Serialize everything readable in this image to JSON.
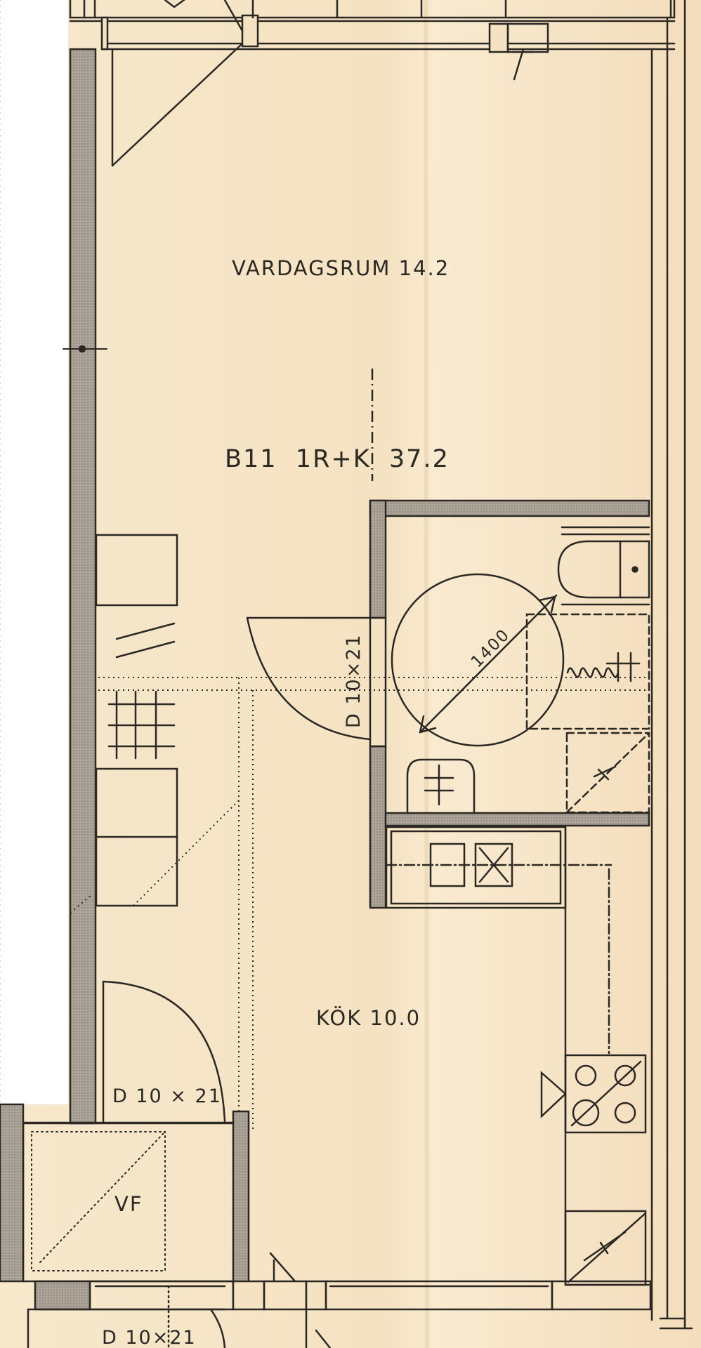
{
  "plan": {
    "apartment_label": "B11  1R+K  37.2",
    "rooms": [
      {
        "name": "VARDAGSRUM",
        "area": "14.2"
      },
      {
        "name": "KÖK",
        "area": "10.0"
      },
      {
        "name": "VF"
      }
    ],
    "doors": [
      "D 10×21",
      "D 10 × 21",
      "D 10×21"
    ],
    "dimensions": [
      "1400"
    ]
  },
  "colors": {
    "paper": "#f6e4c4",
    "ink": "#2b2824",
    "wall_fill": "#a49c92",
    "margin": "#ffffff"
  }
}
